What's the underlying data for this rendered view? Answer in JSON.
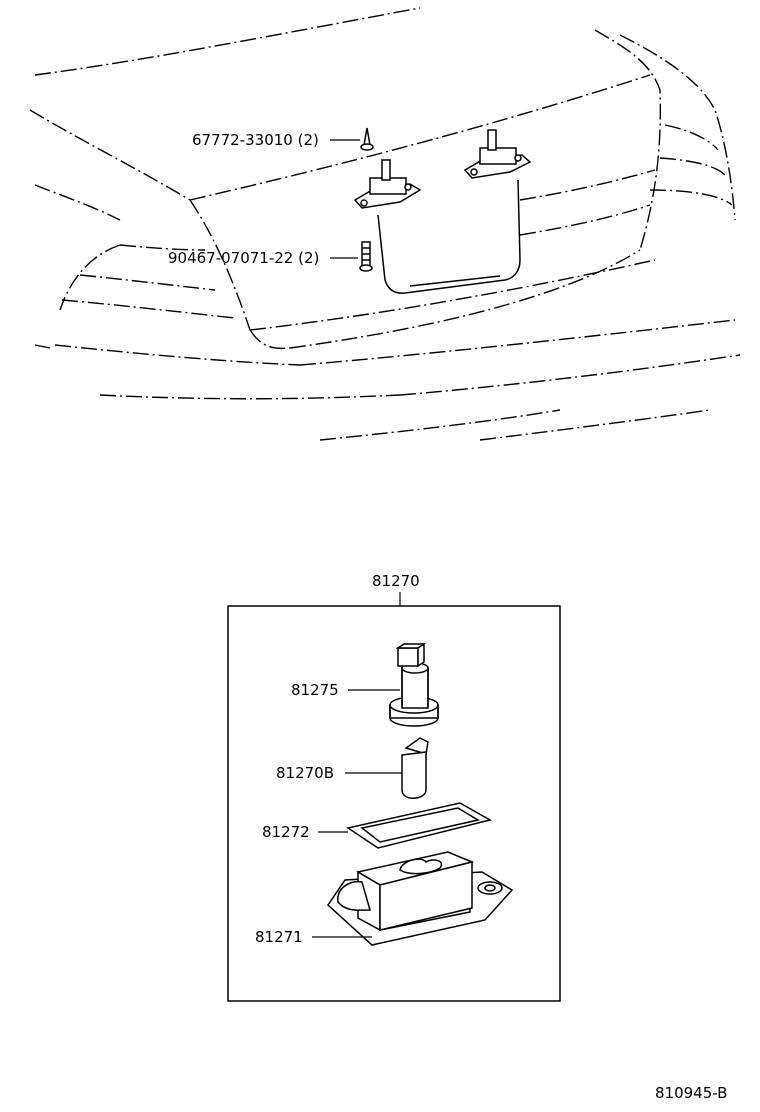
{
  "callouts": {
    "clip_part": "67772-33010 (2)",
    "screw_part": "90467-07071-22 (2)",
    "assembly": "81270",
    "socket": "81275",
    "bulb": "81270B",
    "gasket": "81272",
    "lens_housing": "81271"
  },
  "figure_code": "810945-B"
}
